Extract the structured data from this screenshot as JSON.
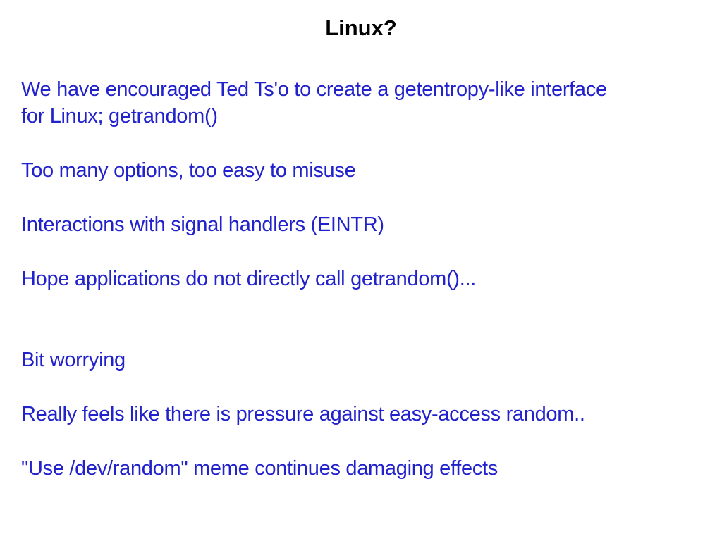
{
  "slide": {
    "title": "Linux?",
    "title_color": "#000000",
    "text_color": "#2222cc",
    "lines": [
      "We have encouraged Ted Ts'o to create a getentropy-like interface",
      "for Linux; getrandom()",
      "Too many options, too easy to misuse",
      "Interactions with signal handlers (EINTR)",
      "Hope applications do not directly call getrandom()...",
      "Bit worrying",
      "Really feels like there is pressure against easy-access random..",
      "\"Use /dev/random\" meme continues damaging effects"
    ]
  }
}
